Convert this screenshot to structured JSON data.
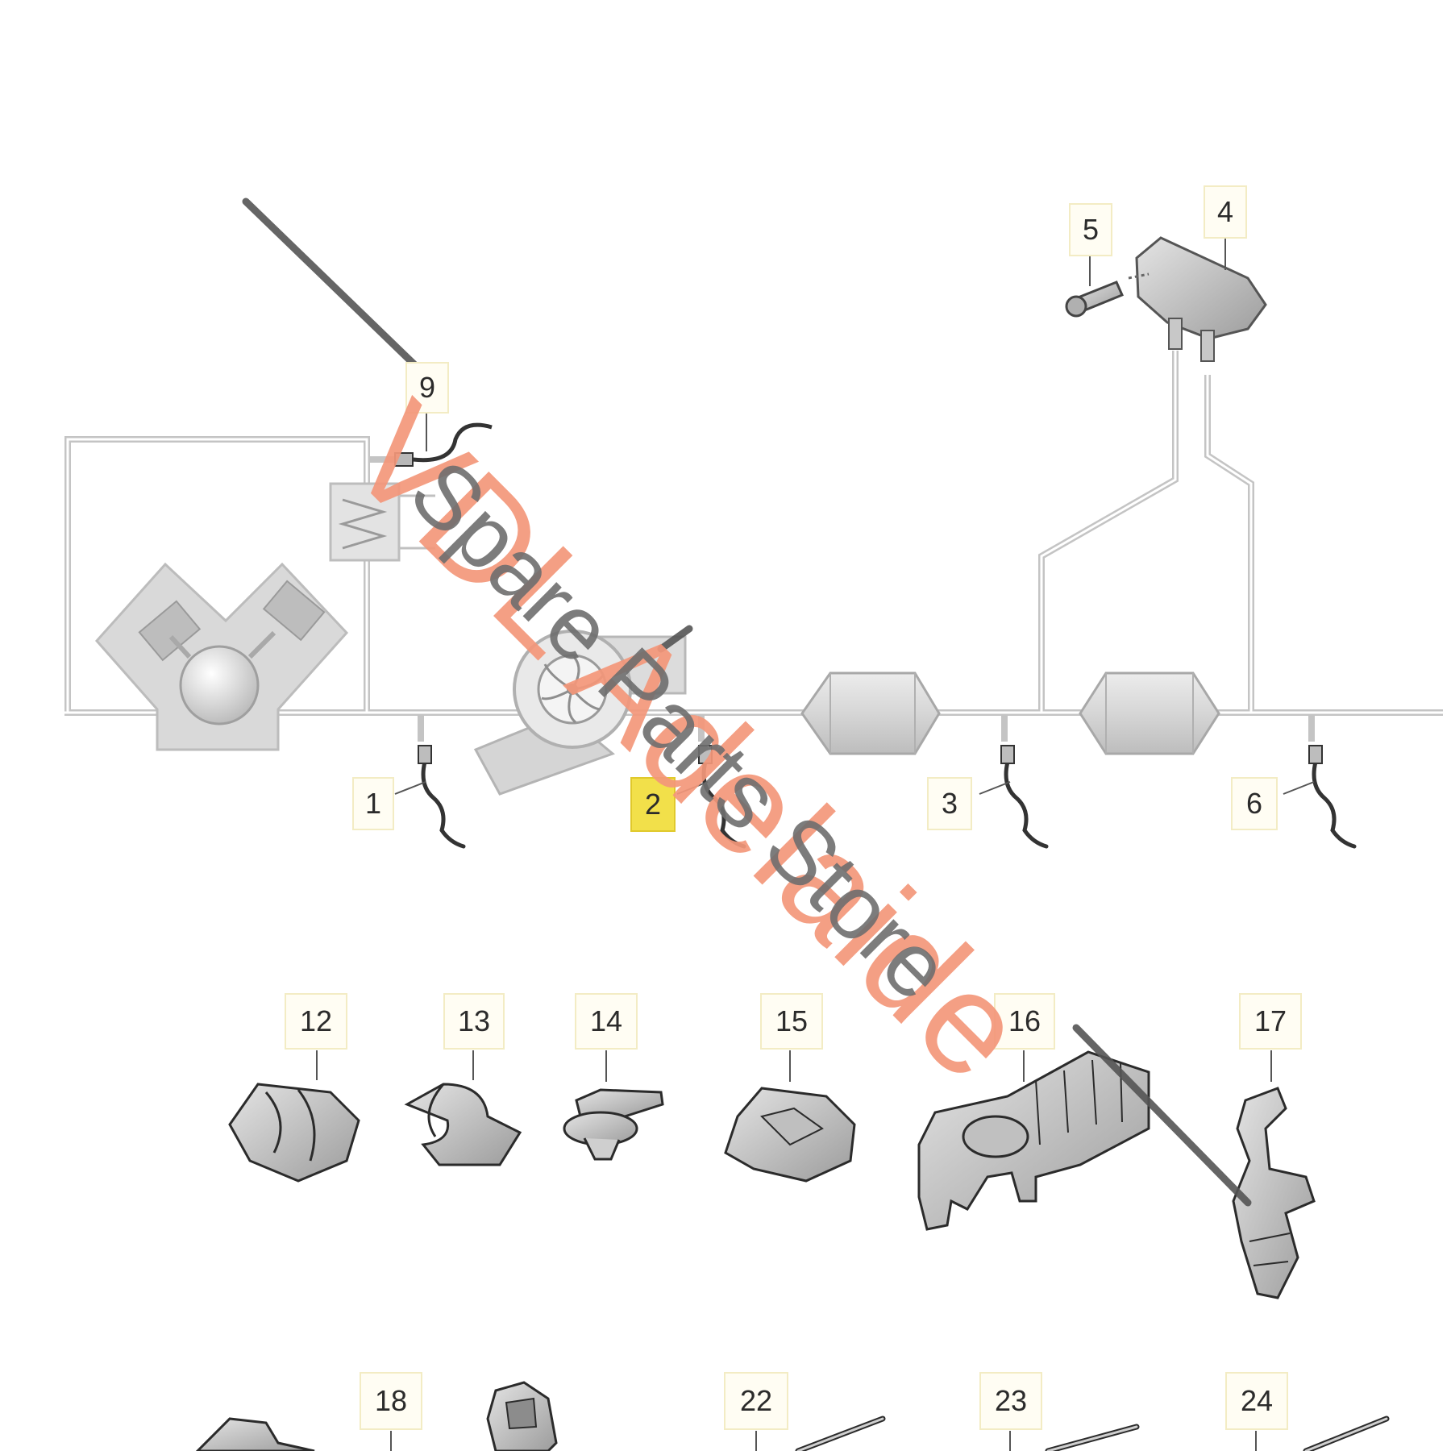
{
  "callouts": [
    {
      "id": "c1",
      "label": "1"
    },
    {
      "id": "c2",
      "label": "2",
      "highlighted": true
    },
    {
      "id": "c3",
      "label": "3"
    },
    {
      "id": "c4",
      "label": "4"
    },
    {
      "id": "c5",
      "label": "5"
    },
    {
      "id": "c6",
      "label": "6"
    },
    {
      "id": "c9",
      "label": "9"
    },
    {
      "id": "c12",
      "label": "12"
    },
    {
      "id": "c13",
      "label": "13"
    },
    {
      "id": "c14",
      "label": "14"
    },
    {
      "id": "c15",
      "label": "15"
    },
    {
      "id": "c16",
      "label": "16"
    },
    {
      "id": "c17",
      "label": "17"
    },
    {
      "id": "c18",
      "label": "18"
    },
    {
      "id": "c22",
      "label": "22"
    },
    {
      "id": "c23",
      "label": "23"
    },
    {
      "id": "c24",
      "label": "24"
    }
  ],
  "watermark": {
    "main": "VDL Adelaide",
    "sub": "Spare Parts Store"
  },
  "colors": {
    "highlight": "#f2e04a",
    "watermark_main": "#f4977a",
    "watermark_sub": "#6e6e6e",
    "line": "#c4c4c4",
    "part": "#d0d0d0"
  }
}
